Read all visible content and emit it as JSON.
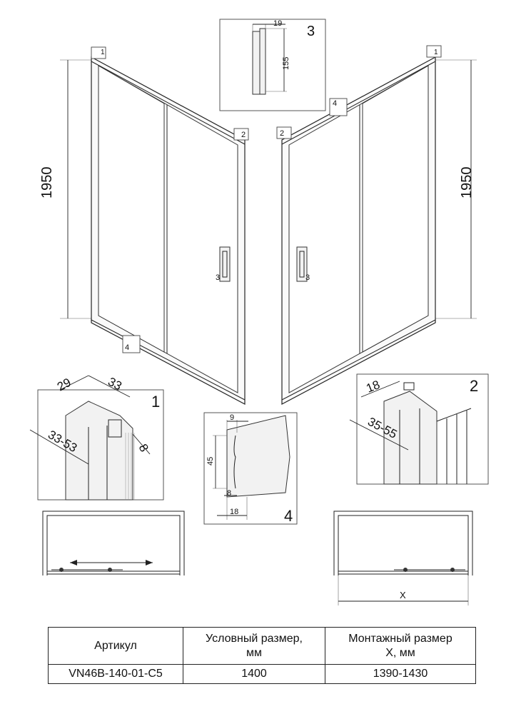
{
  "drawing": {
    "height_left": "1950",
    "height_right": "1950",
    "callouts": {
      "c1_left": "1",
      "c1_right": "1",
      "c2_left": "2",
      "c2_right": "2",
      "c3_left": "3",
      "c3_right": "3",
      "c4_left": "4",
      "c4_right": "4"
    },
    "handle_detail": {
      "id": "3",
      "width": "19",
      "height": "155"
    },
    "detail_1": {
      "id": "1",
      "dim_a": "29",
      "dim_b": "33",
      "dim_c": "33-53",
      "dim_d": "8"
    },
    "detail_2": {
      "id": "2",
      "dim_a": "18",
      "dim_b": "35-55"
    },
    "detail_4": {
      "id": "4",
      "dim_top": "9",
      "dim_height": "45",
      "dim_mid": "8",
      "dim_bottom": "18"
    },
    "plan_right": {
      "x_label": "X"
    }
  },
  "table": {
    "headers": [
      "Артикул",
      "Условный размер,\nмм",
      "Монтажный размер\nX, мм"
    ],
    "rows": [
      [
        "VN46B-140-01-C5",
        "1400",
        "1390-1430"
      ]
    ]
  }
}
